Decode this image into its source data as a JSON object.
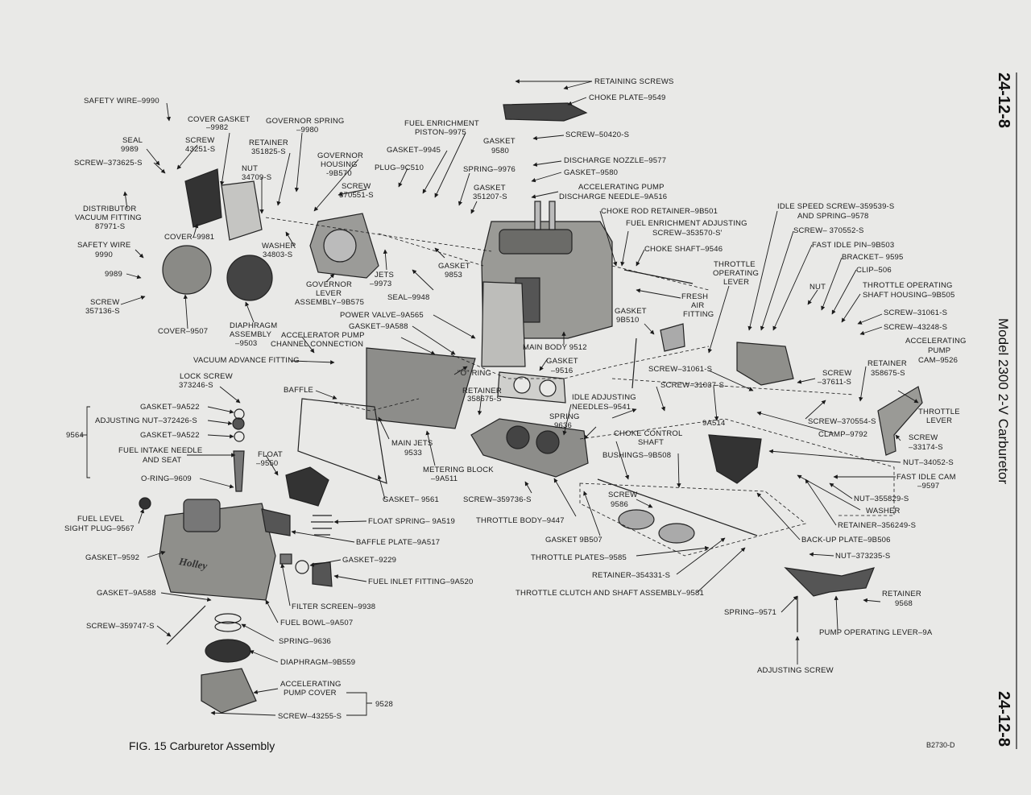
{
  "page": {
    "page_number_top": "24-12-8",
    "page_number_bottom": "24-12-8",
    "side_title": "Model 2300 2-V Carburetor",
    "figure_caption": "FIG. 15 Carburetor Assembly",
    "code": "B2730-D",
    "figure_mark": "Holley"
  },
  "labels": [
    "RETAINING SCREWS",
    "CHOKE PLATE–9549",
    "SAFETY WIRE–9990",
    "COVER GASKET",
    "–9982",
    "GOVERNOR SPRING",
    "–9980",
    "FUEL ENRICHMENT",
    "PISTON–9975",
    "SCREW–50420-S",
    "SEAL",
    "9989",
    "SCREW",
    "43251-S",
    "RETAINER",
    "351825-S",
    "GASKET",
    "9580",
    "SCREW–373625-S",
    "GOVERNOR",
    "HOUSING",
    "-9B570",
    "GASKET–9945",
    "DISCHARGE NOZZLE–9577",
    "NUT",
    "34709-S",
    "PLUG–9C510",
    "SPRING–9976",
    "GASKET–9580",
    "SCREW",
    "370551-S",
    "GASKET",
    "351207-S",
    "ACCELERATING PUMP",
    "DISCHARGE NEEDLE–9A516",
    "DISTRIBUTOR",
    "VACUUM FITTING",
    "87971-S",
    "CHOKE ROD RETAINER–9B501",
    "IDLE SPEED SCREW–359539-S",
    "AND SPRING–9578",
    "FUEL ENRICHMENT ADJUSTING",
    "SCREW–353570-S'",
    "COVER–9981",
    "SCREW– 370552-S",
    "SAFETY WIRE",
    "9990",
    "WASHER",
    "34803-S",
    "CHOKE SHAFT–9546",
    "FAST IDLE PIN–9B503",
    "GASKET",
    "9853",
    "BRACKET– 9595",
    "THROTTLE",
    "OPERATING",
    "LEVER",
    "9989",
    "JETS",
    "–9973",
    "CLIP–506",
    "GOVERNOR",
    "LEVER",
    "ASSEMBLY–9B575",
    "NUT",
    "THROTTLE OPERATING",
    "SHAFT HOUSING–9B505",
    "SCREW",
    "357136-S",
    "SEAL–9948",
    "FRESH",
    "AIR",
    "FITTING",
    "GASKET",
    "9B510",
    "SCREW–31061-S",
    "POWER VALVE–9A565",
    "DIAPHRAGM",
    "ASSEMBLY",
    "–9503",
    "GASKET–9A588",
    "SCREW–43248-S",
    "COVER–9507",
    "ACCELERATOR PUMP",
    "CHANNEL CONNECTION",
    "MAIN BODY 9512",
    "ACCELERATING",
    "PUMP",
    "CAM–9526",
    "GASKET",
    "–9516",
    "VACUUM ADVANCE FITTING",
    "RETAINER",
    "358675-S",
    "\"O\" RING",
    "SCREW–31061-S",
    "SCREW",
    "–37611-S",
    "LOCK SCREW",
    "373246-S",
    "SCREW–31037-S",
    "RETAINER",
    "358675-S",
    "BAFFLE",
    "IDLE ADJUSTING",
    "NEEDLES–9541",
    "THROTTLE",
    "LEVER",
    "GASKET–9A522",
    "SPRING",
    "9636",
    "SCREW–370554-S",
    "SCREW",
    "–33174-S",
    "ADJUSTING NUT–372426-S",
    "9A514",
    "9564",
    "GASKET–9A522",
    "CHOKE CONTROL",
    "SHAFT",
    "CLAMP–9792",
    "MAIN JETS",
    "9533",
    "FUEL INTAKE NEEDLE",
    "AND SEAT",
    "BUSHINGS–9B508",
    "NUT–34052-S",
    "FLOAT",
    "–9550",
    "METERING BLOCK",
    "–9A511",
    "FAST IDLE CAM",
    "–9597",
    "O-RING–9609",
    "GASKET– 9561",
    "SCREW–359736-S",
    "SCREW",
    "9586",
    "NUT–355829-S",
    "RETAINER–356249-S",
    "FUEL LEVEL",
    "SIGHT PLUG–9567",
    "WASHER",
    "FLOAT SPRING– 9A519",
    "THROTTLE BODY–9447",
    "BACK-UP PLATE–9B506",
    "BAFFLE PLATE–9A517",
    "GASKET 9B507",
    "GASKET–9592",
    "NUT–373235-S",
    "GASKET–9229",
    "THROTTLE PLATES–9585",
    "FUEL INLET FITTING–9A520",
    "RETAINER–354331-S",
    "GASKET–9A588",
    "THROTTLE CLUTCH AND SHAFT ASSEMBLY–9581",
    "RETAINER",
    "9568",
    "FILTER SCREEN–9938",
    "SPRING–9571",
    "SCREW–359747-S",
    "FUEL BOWL–9A507",
    "PUMP OPERATING LEVER–9A",
    "SPRING–9636",
    "DIAPHRAGM–9B559",
    "ADJUSTING SCREW",
    "ACCELERATING",
    "PUMP COVER",
    "9528",
    "SCREW–43255-S"
  ]
}
